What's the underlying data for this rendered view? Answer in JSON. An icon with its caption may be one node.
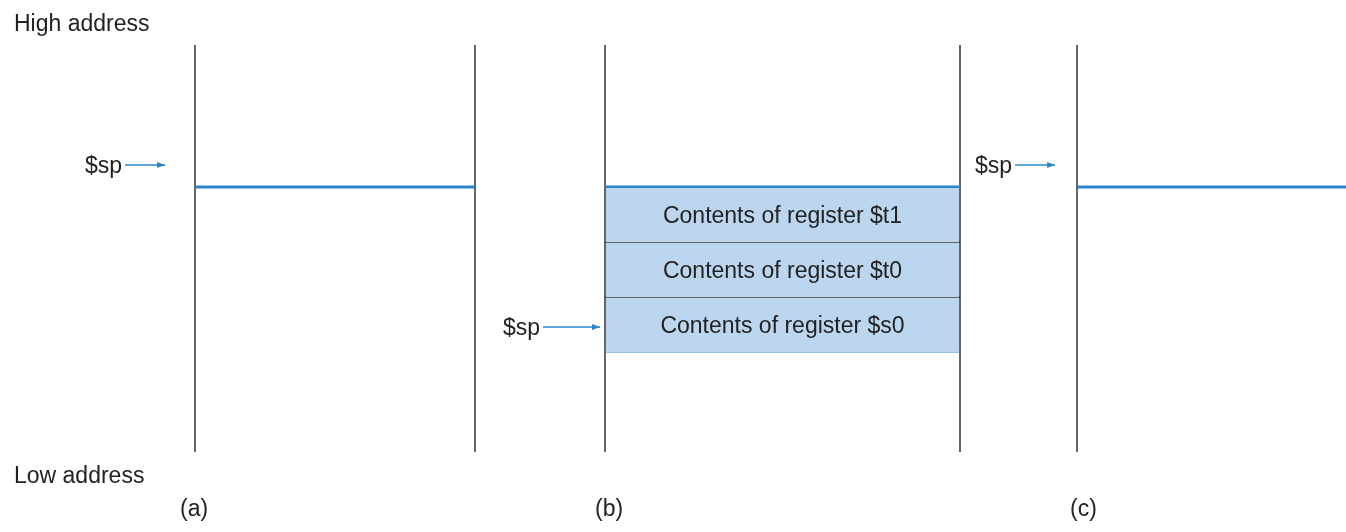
{
  "diagram": {
    "nodes": [
      {
        "text": [
          "$sp"
        ]
      },
      {
        "text": [
          "Contents of register $t1"
        ]
      },
      {
        "text": [
          "Contents of register $t0"
        ]
      },
      {
        "text": [
          "Contents of register $s0"
        ]
      },
      {
        "text": [
          "$sp"
        ]
      },
      {
        "text": [
          "$sp"
        ]
      }
    ],
    "edges": [
      {
        "from": 0,
        "to": null,
        "arrow": "to"
      },
      {
        "from": 4,
        "to": 3,
        "arrow": "to"
      },
      {
        "from": 5,
        "to": null,
        "arrow": "to"
      }
    ],
    "labels": [
      "High address",
      "Low address",
      "(a)",
      "(b)",
      "(c)"
    ]
  }
}
